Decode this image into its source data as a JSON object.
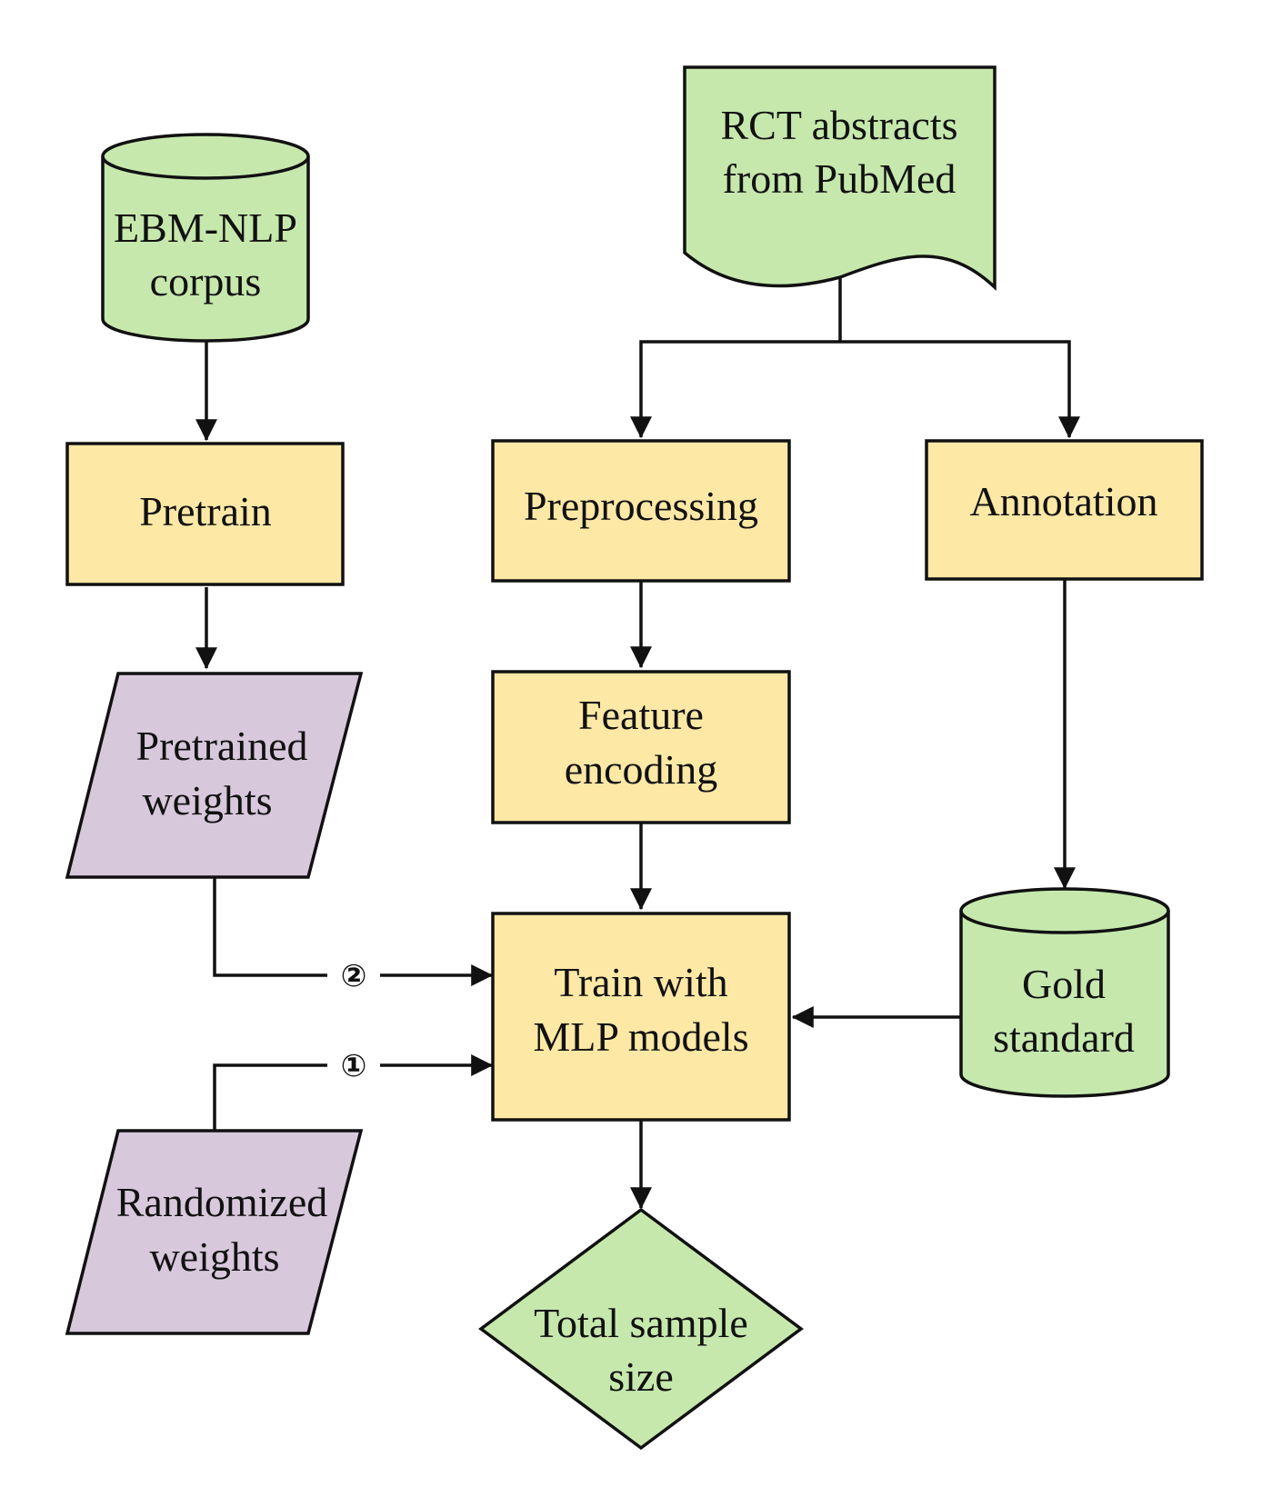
{
  "diagram": {
    "colors": {
      "data_store": "#c6e8ad",
      "process": "#fde8a6",
      "io": "#d8c8dc",
      "stroke": "#111111"
    },
    "nodes": {
      "ebm_nlp": {
        "line1": "EBM-NLP",
        "line2": "corpus"
      },
      "rct_abstracts": {
        "line1": "RCT abstracts",
        "line2": "from PubMed"
      },
      "pretrain": {
        "label": "Pretrain"
      },
      "preprocessing": {
        "label": "Preprocessing"
      },
      "annotation": {
        "label": "Annotation"
      },
      "pretrained_weights": {
        "line1": "Pretrained",
        "line2": "weights"
      },
      "feature_encoding": {
        "line1": "Feature",
        "line2": "encoding"
      },
      "gold_standard": {
        "line1": "Gold",
        "line2": "standard"
      },
      "train_mlp": {
        "line1": "Train with",
        "line2": "MLP models"
      },
      "randomized_weights": {
        "line1": "Randomized",
        "line2": "weights"
      },
      "total_sample_size": {
        "line1": "Total sample",
        "line2": "size"
      }
    },
    "markers": {
      "one": "①",
      "two": "②"
    }
  }
}
